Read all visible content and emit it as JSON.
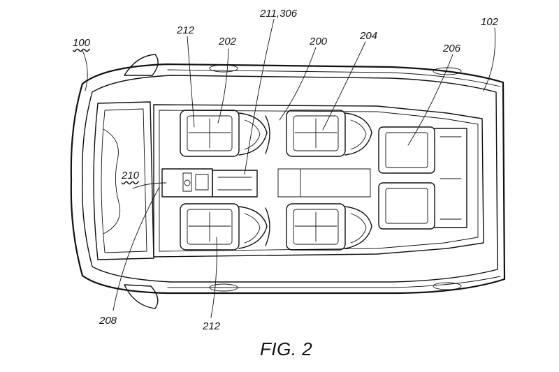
{
  "figure": {
    "caption": "FIG. 2",
    "labels": {
      "vehicle": "100",
      "body": "102",
      "cabin": "200",
      "front_seat_upper": "202",
      "middle_seat_upper": "204",
      "rear_bench": "206",
      "console_front": "208",
      "dashboard": "210",
      "console_center": "211,306",
      "seat_label_top": "212",
      "seat_label_bottom": "212"
    }
  }
}
